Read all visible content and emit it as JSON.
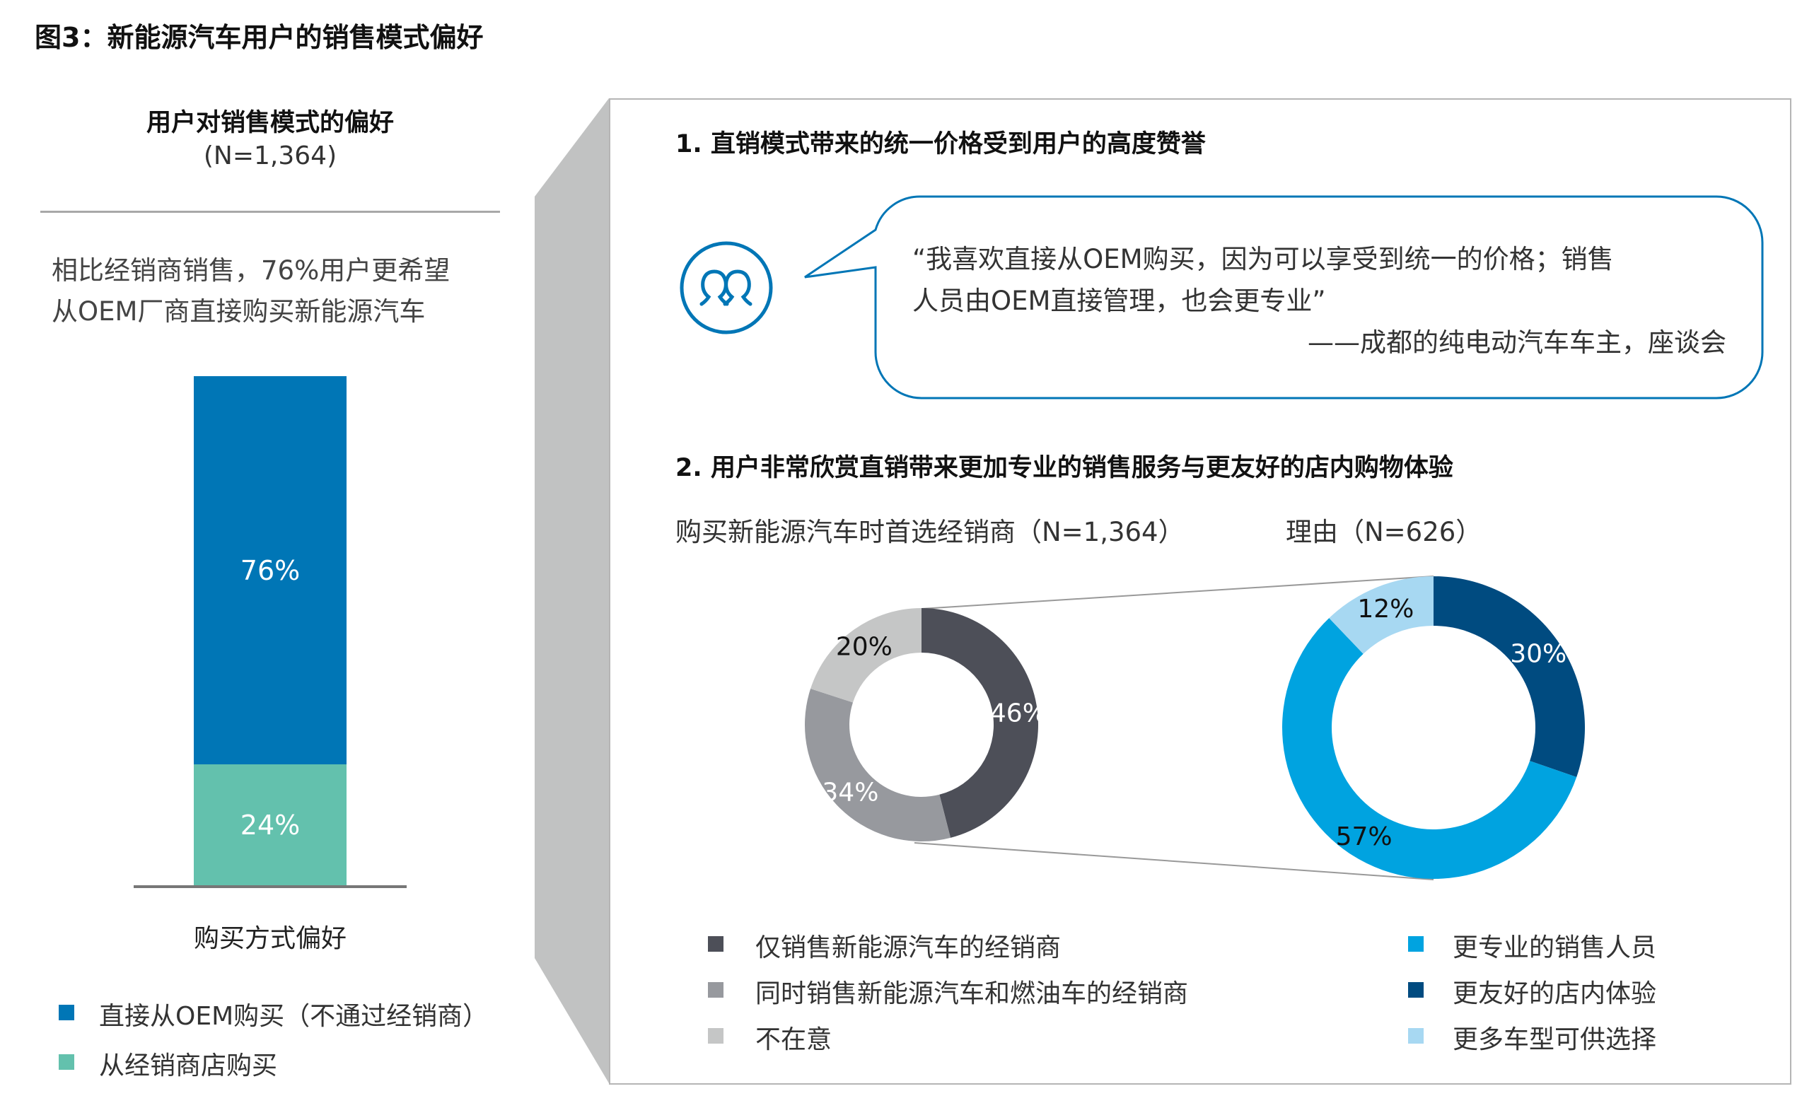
{
  "title": "图3：新能源汽车用户的销售模式偏好",
  "left": {
    "heading": "用户对销售模式的偏好",
    "sample": "(N=1,364)",
    "description": [
      "相比经销商销售，76%用户更希望",
      "从OEM厂商直接购买新能源汽车"
    ],
    "xlabel": "购买方式偏好"
  },
  "right": {
    "heading1": "1. 直销模式带来的统一价格受到用户的高度赞誉",
    "quote": [
      "“我喜欢直接从OEM购买，因为可以享受到统一的价格；销售",
      "人员由OEM直接管理，也会更专业”",
      "——成都的纯电动汽车车主，座谈会"
    ],
    "icon": "people-icon",
    "heading2": "2. 用户非常欣赏直销带来更加专业的销售服务与更友好的店内购物体验",
    "subtitle_left": "购买新能源汽车时首选经销商（N=1,364）",
    "subtitle_right": "理由（N=626）"
  },
  "chart_data": [
    {
      "type": "bar",
      "stacked": true,
      "categories": [
        "购买方式偏好"
      ],
      "series": [
        {
          "name": "直接从OEM购买（不通过经销商）",
          "values": [
            76
          ],
          "label": "76%",
          "color": "#0076b6"
        },
        {
          "name": "从经销商店购买",
          "values": [
            24
          ],
          "label": "24%",
          "color": "#63c1ad"
        }
      ],
      "ylim": [
        0,
        100
      ]
    },
    {
      "type": "pie",
      "donut": true,
      "slices": [
        {
          "name": "仅销售新能源汽车的经销商",
          "value": 46,
          "label": "46%",
          "color": "#4d4f58",
          "label_color": "#ffffff"
        },
        {
          "name": "同时销售新能源汽车和燃油车的经销商",
          "value": 34,
          "label": "34%",
          "color": "#97999e",
          "label_color": "#ffffff"
        },
        {
          "name": "不在意",
          "value": 20,
          "label": "20%",
          "color": "#c5c6c6",
          "label_color": "#111111"
        }
      ]
    },
    {
      "type": "pie",
      "donut": true,
      "slices": [
        {
          "name": "更友好的店内体验",
          "value": 30,
          "label": "30%",
          "color": "#004b80",
          "label_color": "#ffffff"
        },
        {
          "name": "更专业的销售人员",
          "value": 57,
          "label": "57%",
          "color": "#00a3e0",
          "label_color": "#111111"
        },
        {
          "name": "更多车型可供选择",
          "value": 12,
          "label": "12%",
          "color": "#a7d8f2",
          "label_color": "#111111"
        }
      ]
    }
  ],
  "legend_donut_left": [
    {
      "label": "仅销售新能源汽车的经销商",
      "color": "#4d4f58"
    },
    {
      "label": "同时销售新能源汽车和燃油车的经销商",
      "color": "#97999e"
    },
    {
      "label": "不在意",
      "color": "#c5c6c6"
    }
  ],
  "legend_donut_right": [
    {
      "label": "更专业的销售人员",
      "color": "#00a3e0"
    },
    {
      "label": "更友好的店内体验",
      "color": "#004b80"
    },
    {
      "label": "更多车型可供选择",
      "color": "#a7d8f2"
    }
  ]
}
